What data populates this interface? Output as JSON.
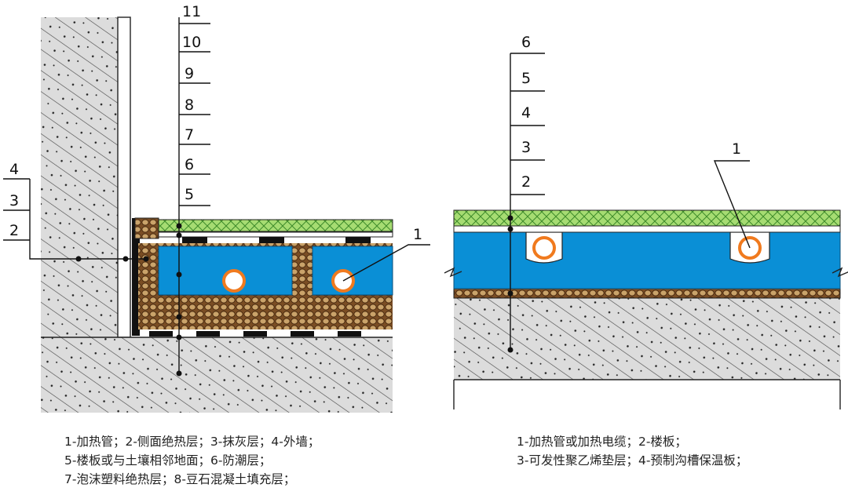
{
  "left_diagram": {
    "callouts": [
      "1",
      "2",
      "3",
      "4",
      "5",
      "6",
      "7",
      "8",
      "9",
      "10",
      "11"
    ],
    "caption_lines": [
      "1-加热管；2-侧面绝热层；3-抹灰层；4-外墙；",
      "5-楼板或与土壤相邻地面；6-防潮层；",
      "7-泡沫塑料绝热层；8-豆石混凝土填充层；"
    ]
  },
  "right_diagram": {
    "callouts": [
      "1",
      "2",
      "3",
      "4",
      "5",
      "6"
    ],
    "caption_lines": [
      "1-加热管或加热电缆；2-楼板；",
      "3-可发性聚乙烯垫层；4-预制沟槽保温板；"
    ]
  },
  "colors": {
    "insulation_blue": "#0a8fd6",
    "pipe_orange": "#f07a1e",
    "gravel_brown": "#8b5a2b",
    "finish_green": "#9bd66a",
    "concrete_gray": "#d9d9d9"
  }
}
